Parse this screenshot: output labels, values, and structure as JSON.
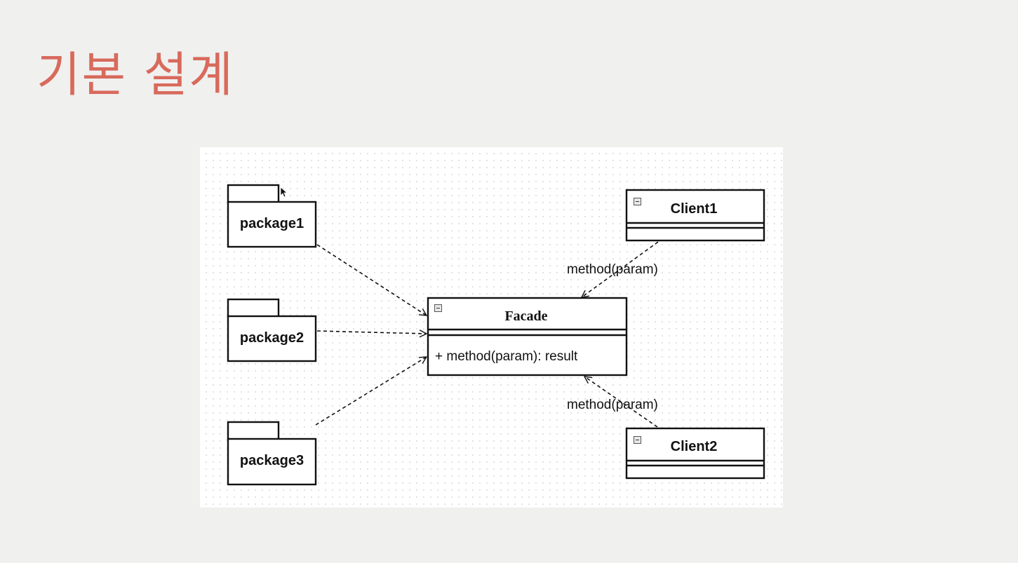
{
  "slide": {
    "title": "기본 설계"
  },
  "diagram": {
    "packages": [
      {
        "id": "package1",
        "label": "package1"
      },
      {
        "id": "package2",
        "label": "package2"
      },
      {
        "id": "package3",
        "label": "package3"
      }
    ],
    "facade": {
      "name": "Facade",
      "operation": "+ method(param): result"
    },
    "clients": [
      {
        "id": "client1",
        "name": "Client1"
      },
      {
        "id": "client2",
        "name": "Client2"
      }
    ],
    "edges": {
      "client1_label": "method(param)",
      "client2_label": "method(param)"
    }
  },
  "colors": {
    "title": "#d86a5c",
    "background": "#f0f0ef",
    "canvas": "#ffffff",
    "line": "#111111"
  },
  "icons": {
    "collapse": "collapse-minus-icon",
    "cursor": "mouse-pointer-icon"
  }
}
